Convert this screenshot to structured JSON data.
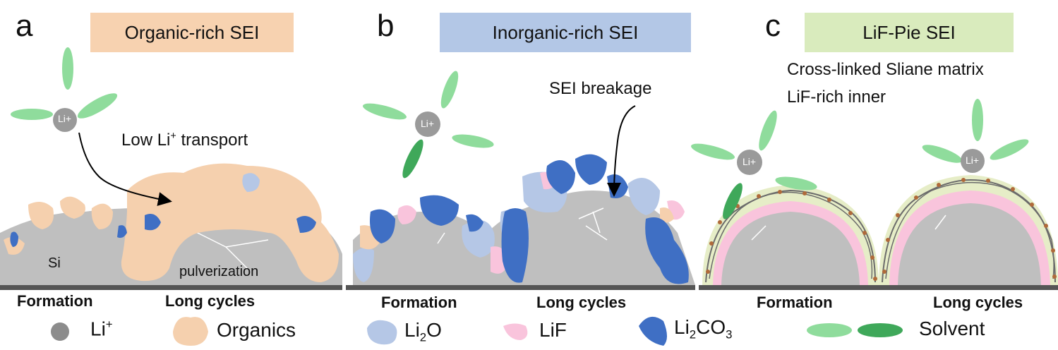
{
  "colors": {
    "organic": "#f5d0ae",
    "li2o": "#b5c7e6",
    "lif": "#f9c4dc",
    "li2co3": "#3f6fc4",
    "solvent_light": "#8fdc9c",
    "solvent_dark": "#3fa85a",
    "si": "#bfbfbf",
    "liion": "#9a9a9a",
    "lifpie_shell": "#e6edc7",
    "title_a": "#f7d2b0",
    "title_b": "#b3c7e6",
    "title_c": "#d9ebbd"
  },
  "panels": {
    "a": {
      "label": "a",
      "title": "Organic-rich SEI",
      "formation": "Formation",
      "long_cycles": "Long cycles",
      "annot_transport": "Low Li",
      "annot_transport_sup": "+",
      "annot_transport_tail": " transport",
      "si_label": "Si",
      "pulverization": "pulverization",
      "ion_label": "Li+"
    },
    "b": {
      "label": "b",
      "title": "Inorganic-rich SEI",
      "formation": "Formation",
      "long_cycles": "Long cycles",
      "breakage": "SEI breakage",
      "ion_label": "Li+"
    },
    "c": {
      "label": "c",
      "title": "LiF-Pie SEI",
      "formation": "Formation",
      "long_cycles": "Long cycles",
      "line1": "Cross-linked Sliane matrix",
      "line2": "LiF-rich inner",
      "ion_label": "Li+"
    }
  },
  "legend": {
    "li_ion": "Li",
    "li_ion_sup": "+",
    "organics": "Organics",
    "li2o_main": "Li",
    "li2o_sub": "2",
    "li2o_tail": "O",
    "lif": "LiF",
    "li2co3_main": "Li",
    "li2co3_sub": "2",
    "li2co3_mid": "CO",
    "li2co3_sub2": "3",
    "solvent": "Solvent"
  }
}
